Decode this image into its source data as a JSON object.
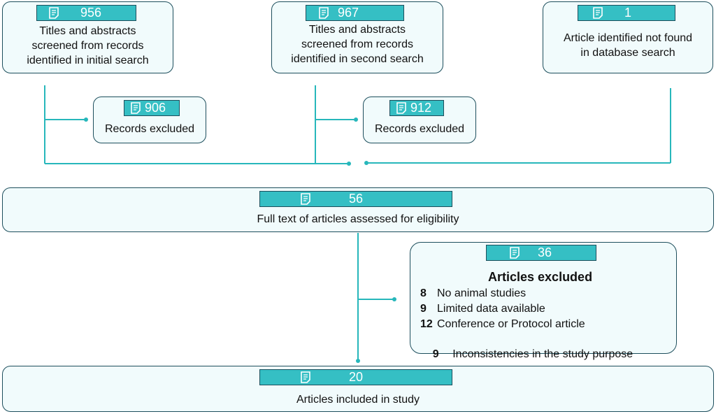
{
  "colors": {
    "line": "#27b7bb",
    "badge": "#35bfc4",
    "box_fill": "#f1fbfc",
    "border": "#1d4e5c"
  },
  "icon": "document-icon",
  "search1": {
    "count": "956",
    "text": [
      "Titles and abstracts",
      "screened from records",
      "identified in initial search"
    ]
  },
  "search2": {
    "count": "967",
    "text": [
      "Titles and abstracts",
      "screened from records",
      "identified in second search"
    ]
  },
  "other": {
    "count": "1",
    "text": [
      "Article identified not found",
      "in database search"
    ]
  },
  "excluded1": {
    "count": "906",
    "label": "Records excluded"
  },
  "excluded2": {
    "count": "912",
    "label": "Records excluded"
  },
  "fulltext": {
    "count": "56",
    "label": "Full text of articles assessed for eligibility"
  },
  "articles_excluded": {
    "count": "36",
    "title": "Articles excluded",
    "reasons": [
      {
        "n": "8",
        "label": "No animal studies"
      },
      {
        "n": "9",
        "label": "Limited data available"
      },
      {
        "n": "12",
        "label": "Conference or Protocol article"
      },
      {
        "n": "9",
        "label": " Inconsistencies in the study purpose"
      }
    ]
  },
  "included": {
    "count": "20",
    "label": "Articles included in study"
  }
}
